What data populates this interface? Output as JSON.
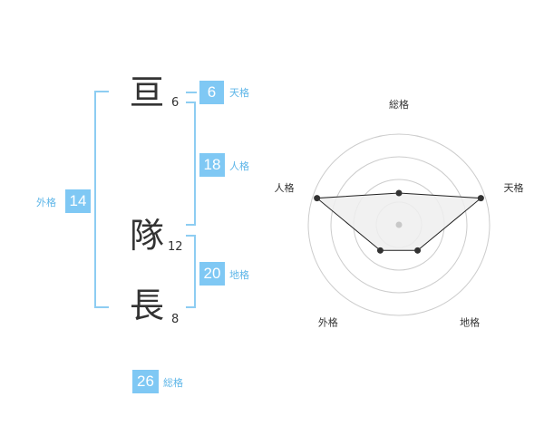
{
  "name": {
    "chars": [
      {
        "char": "亘",
        "strokes": "6"
      },
      {
        "char": "隊",
        "strokes": "12"
      },
      {
        "char": "長",
        "strokes": "8"
      }
    ]
  },
  "kaku": {
    "tenkaku": {
      "value": "6",
      "label": "天格"
    },
    "jinkaku": {
      "value": "18",
      "label": "人格"
    },
    "chikaku": {
      "value": "20",
      "label": "地格"
    },
    "gaikaku": {
      "value": "14",
      "label": "外格"
    },
    "soukaku": {
      "value": "26",
      "label": "総格"
    }
  },
  "colors": {
    "accent": "#7fc8f4",
    "label": "#5eb6e8",
    "text": "#333333",
    "radar_fill": "#efefef",
    "grid": "#cccccc"
  },
  "chart_data": {
    "type": "radar",
    "axes": [
      "総格",
      "天格",
      "地格",
      "外格",
      "人格"
    ],
    "series": [
      {
        "values": [
          0.35,
          0.95,
          0.35,
          0.35,
          0.95
        ]
      }
    ],
    "rlim": [
      0,
      1
    ],
    "rings": 4
  }
}
